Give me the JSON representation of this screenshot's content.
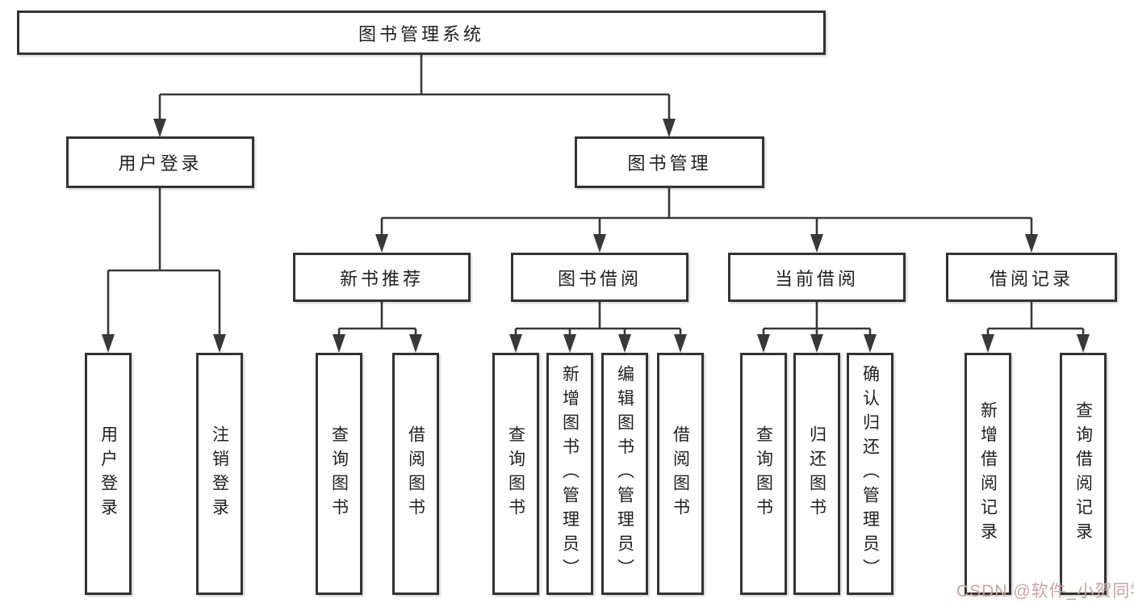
{
  "diagram_title": "图书管理系统",
  "tree": {
    "label": "图书管理系统",
    "children": [
      {
        "label": "用户登录",
        "children": [
          {
            "label": "用户登录"
          },
          {
            "label": "注销登录"
          }
        ]
      },
      {
        "label": "图书管理",
        "children": [
          {
            "label": "新书推荐",
            "children": [
              {
                "label": "查询图书"
              },
              {
                "label": "借阅图书"
              }
            ]
          },
          {
            "label": "图书借阅",
            "children": [
              {
                "label": "查询图书"
              },
              {
                "label": "新增图书（管理员）"
              },
              {
                "label": "编辑图书（管理员）"
              },
              {
                "label": "借阅图书"
              }
            ]
          },
          {
            "label": "当前借阅",
            "children": [
              {
                "label": "查询图书"
              },
              {
                "label": "归还图书"
              },
              {
                "label": "确认归还（管理员）"
              }
            ]
          },
          {
            "label": "借阅记录",
            "children": [
              {
                "label": "新增借阅记录"
              },
              {
                "label": "查询借阅记录"
              }
            ]
          }
        ]
      }
    ]
  },
  "watermark": {
    "text": "CSDN @软件_小贺同学",
    "color": "#c9a3a3"
  },
  "colors": {
    "line": "#383838",
    "box_border": "#333333",
    "background": "#ffffff",
    "text": "#1f1f1f"
  }
}
